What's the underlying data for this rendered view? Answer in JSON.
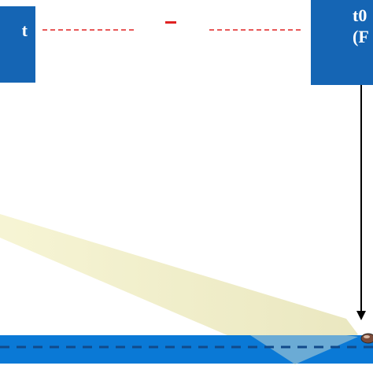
{
  "labels": {
    "left_box": {
      "line1": "t"
    },
    "right_box": {
      "line1": "t0",
      "line2": "(F"
    }
  },
  "colors": {
    "box": "#1565b4",
    "box_text": "#ffffff",
    "red_dashes": "#e02222",
    "light_beam": "#f4f2cf",
    "water": "#0a79d6",
    "water_dashes": "#114a8a",
    "arrow": "#000000"
  },
  "icons": {
    "arrow": "down-arrow-icon",
    "object": "object-marker-icon"
  }
}
